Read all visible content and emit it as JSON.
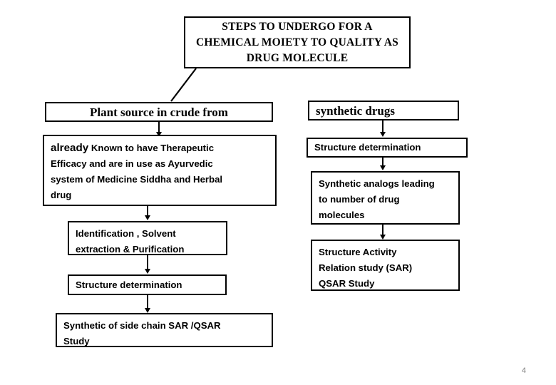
{
  "slide": {
    "page_number": "4",
    "background_color": "#ffffff",
    "stroke_color": "#000000",
    "page_number_color": "#808080"
  },
  "title": {
    "text": "STEPS TO UNDERGO FOR A\nCHEMICAL MOIETY TO QUALITY AS\nDRUG MOLECULE"
  },
  "left_branch": {
    "header": {
      "text": "Plant source in crude from"
    },
    "steps": [
      {
        "lead": "already",
        "rest": " Known to have Therapeutic\nEfficacy and are in use as Ayurvedic\nsystem of Medicine  Siddha and Herbal\ndrug"
      },
      {
        "text": "Identification , Solvent\nextraction & Purification"
      },
      {
        "text": "Structure determination"
      },
      {
        "text": "Synthetic of side chain  SAR /QSAR\nStudy"
      }
    ]
  },
  "right_branch": {
    "header": {
      "text": "synthetic drugs"
    },
    "steps": [
      {
        "text": "Structure determination"
      },
      {
        "text": "Synthetic analogs leading\nto number  of drug\nmolecules"
      },
      {
        "text": "Structure Activity\nRelation study (SAR)\nQSAR Study"
      }
    ]
  }
}
